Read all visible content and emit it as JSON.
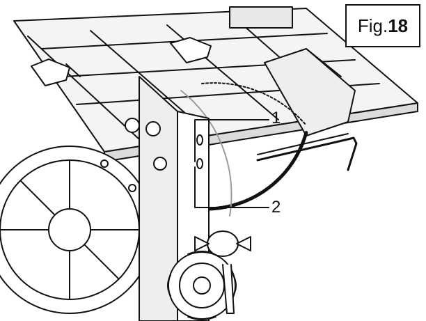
{
  "figure": {
    "prefix": "Fig.",
    "number": "18"
  },
  "callouts": [
    {
      "label": "1"
    },
    {
      "label": "2"
    }
  ],
  "colors": {
    "line": "#111111",
    "shade": "#cfcfcf",
    "background": "#ffffff"
  }
}
